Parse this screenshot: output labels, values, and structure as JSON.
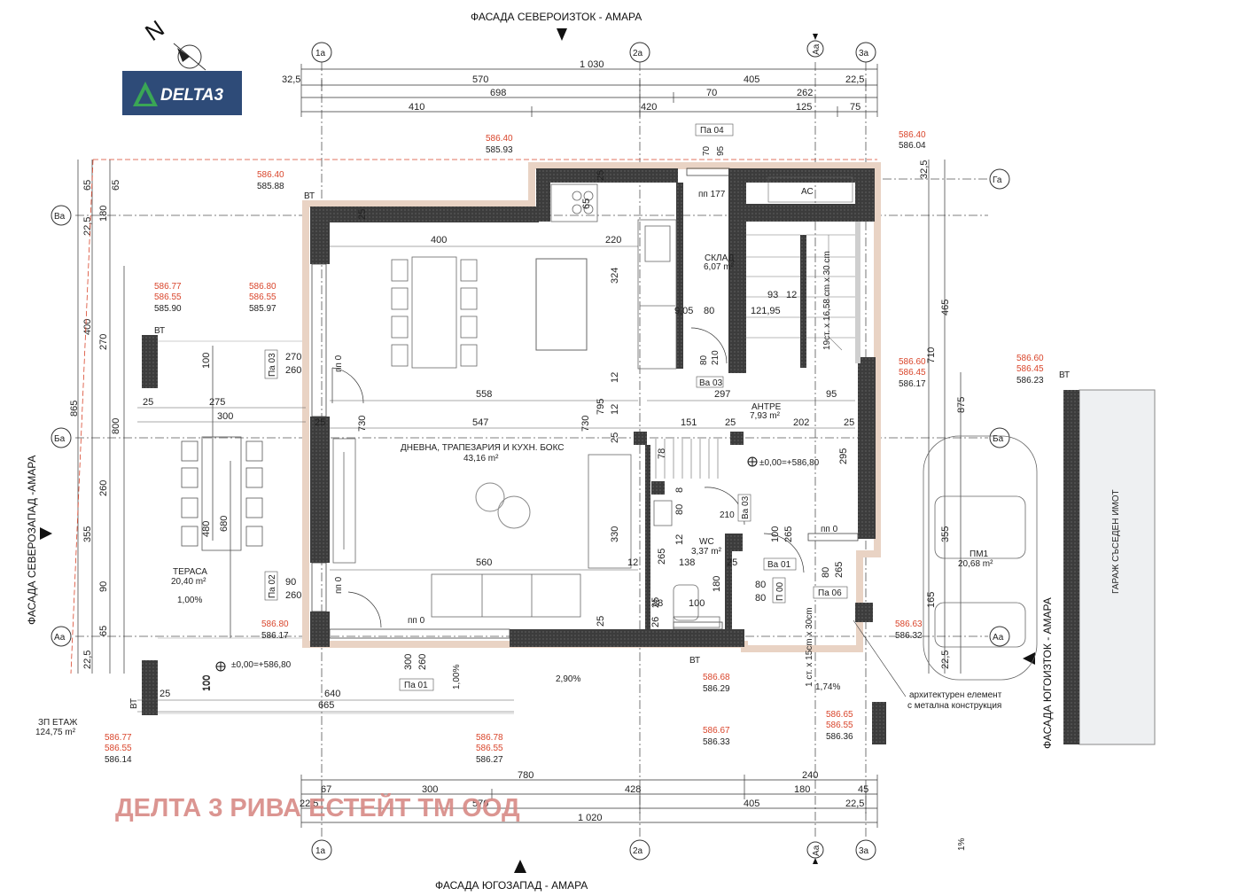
{
  "facades": {
    "top": "ФАСАДА СЕВЕРОИЗТОК - АМАРА",
    "bottom": "ФАСАДА ЮГОЗАПАД - АМАРА",
    "left": "ФАСАДА СЕВЕРОЗАПАД -АМАРА",
    "right": "ФАСАДА ЮГОИЗТОК - АМАРА"
  },
  "north_label": "N",
  "logo_text": "DELTA3",
  "watermark": "ДЕЛТА 3 РИВА ЕСТЕЙТ ТМ ООД",
  "axes": {
    "col_1a": "1а",
    "col_2a": "2а",
    "col_3a": "3а",
    "col_aa": "Аа",
    "row_ga": "Га",
    "row_va": "Ва",
    "row_ba": "Ба",
    "row_aa": "Аа"
  },
  "dims_top": {
    "r1": [
      "1 030"
    ],
    "r2": [
      "32,5",
      "570",
      "405",
      "22,5"
    ],
    "r3": [
      "698",
      "70",
      "262"
    ],
    "r4": [
      "410",
      "420",
      "125",
      "75"
    ]
  },
  "dims_bottom": {
    "r1": [
      "780",
      "240"
    ],
    "r2": [
      "67",
      "300",
      "428",
      "180",
      "45"
    ],
    "r3": [
      "22,5",
      "570",
      "405",
      "22,5"
    ],
    "r4": [
      "1 020"
    ]
  },
  "dims_left": [
    "65",
    "65",
    "22,5",
    "180",
    "400",
    "270",
    "865",
    "800",
    "100",
    "260",
    "355",
    "480",
    "680",
    "90",
    "65",
    "22,5",
    "100"
  ],
  "dims_right": [
    "32,5",
    "465",
    "710",
    "875",
    "355",
    "165",
    "22,5"
  ],
  "interior_dims": [
    "400",
    "220",
    "324",
    "558",
    "547",
    "730",
    "730",
    "795",
    "12",
    "12",
    "25",
    "25",
    "25",
    "25",
    "560",
    "330",
    "151",
    "202",
    "297",
    "95",
    "93",
    "12",
    "9,05",
    "80",
    "121,95",
    "80",
    "210",
    "65",
    "70",
    "95",
    "78",
    "8",
    "80",
    "12",
    "265",
    "138",
    "38",
    "100",
    "26",
    "180",
    "80",
    "80",
    "210",
    "265",
    "100",
    "80",
    "265",
    "25",
    "25",
    "295",
    "25",
    "25",
    "12",
    "25"
  ],
  "terrace_dims": [
    "275",
    "300",
    "25",
    "640",
    "665",
    "25",
    "300",
    "260",
    "270",
    "260",
    "90",
    "260",
    "100"
  ],
  "rooms": {
    "living": "ДНЕВНА, ТРАПЕЗАРИЯ И КУХН. БОКС",
    "living_area": "43,16 m²",
    "storage": "СКЛАД",
    "storage_area": "6,07 m²",
    "hall": "АНТРЕ",
    "hall_area": "7,93 m²",
    "wc": "WC",
    "wc_area": "3,37 m²",
    "terrace": "ТЕРАСА",
    "terrace_area": "20,40 m²",
    "parking": "ПМ1",
    "parking_area": "20,68 m²",
    "garage": "ГАРАЖ СЪСЕДЕН ИМОТ",
    "built_area_label": "ЗП ЕТАЖ",
    "built_area": "124,75 m²",
    "ac": "АС",
    "stairs": "19ст. х 16,58 cm х 30 cm",
    "ext_stair": "1 ст. х 15cm х 30cm",
    "arch_element_1": "архитектурен елемент",
    "arch_element_2": "с метална конструкция"
  },
  "tags": {
    "pa04": "Па 04",
    "pa03": "Па 03",
    "pa02": "Па 02",
    "pa01": "Па 01",
    "pa06": "Па 06",
    "va03a": "Ва 03",
    "va03b": "Ва 03",
    "va01": "Ва 01",
    "pp177": "пп 177",
    "pp0a": "пп 0",
    "pp0b": "пп 0",
    "pp0c": "пп 0",
    "pp0d": "пп 0",
    "p00": "П 00",
    "bt1": "ВТ",
    "bt2": "ВТ",
    "bt3": "ВТ",
    "bt4": "ВТ",
    "bt5": "ВТ"
  },
  "elevations": {
    "zero1": "±0,00=+586,80",
    "zero2": "±0,00=+586,80",
    "slope1": "1,00%",
    "slope2": "1,00%",
    "slope3": "2,90%",
    "slope4": "1,74%",
    "slope5": "1%"
  },
  "levels": [
    {
      "r1": "586.40",
      "b": "585.93"
    },
    {
      "r1": "586.40",
      "b": "586.04"
    },
    {
      "r1": "586.40",
      "b": "585.88"
    },
    {
      "r1": "586.77",
      "r2": "586.55",
      "b": "585.90"
    },
    {
      "r1": "586.80",
      "r2": "586.55",
      "b": "585.97"
    },
    {
      "r1": "586.60",
      "r2": "586.45",
      "b": "586.17"
    },
    {
      "r1": "586.60",
      "r2": "586.45",
      "b": "586.23"
    },
    {
      "r1": "586.80",
      "b": "586.17"
    },
    {
      "r1": "586.63",
      "b": "586.32"
    },
    {
      "r1": "586.68",
      "b": "586.29"
    },
    {
      "r1": "586.67",
      "b": "586.33"
    },
    {
      "r1": "586.65",
      "r2": "586.55",
      "b": "586.36"
    },
    {
      "r1": "586.77",
      "r2": "586.55",
      "b": "586.14"
    },
    {
      "r1": "586.78",
      "r2": "586.55",
      "b": "586.27"
    }
  ],
  "colors": {
    "wall": "#4a4a4a",
    "insulation": "#e9d3c4",
    "level_red": "#d9452b",
    "logo_bg": "#2e4b78",
    "logo_green": "#3aa655",
    "watermark": "#d88a86"
  }
}
